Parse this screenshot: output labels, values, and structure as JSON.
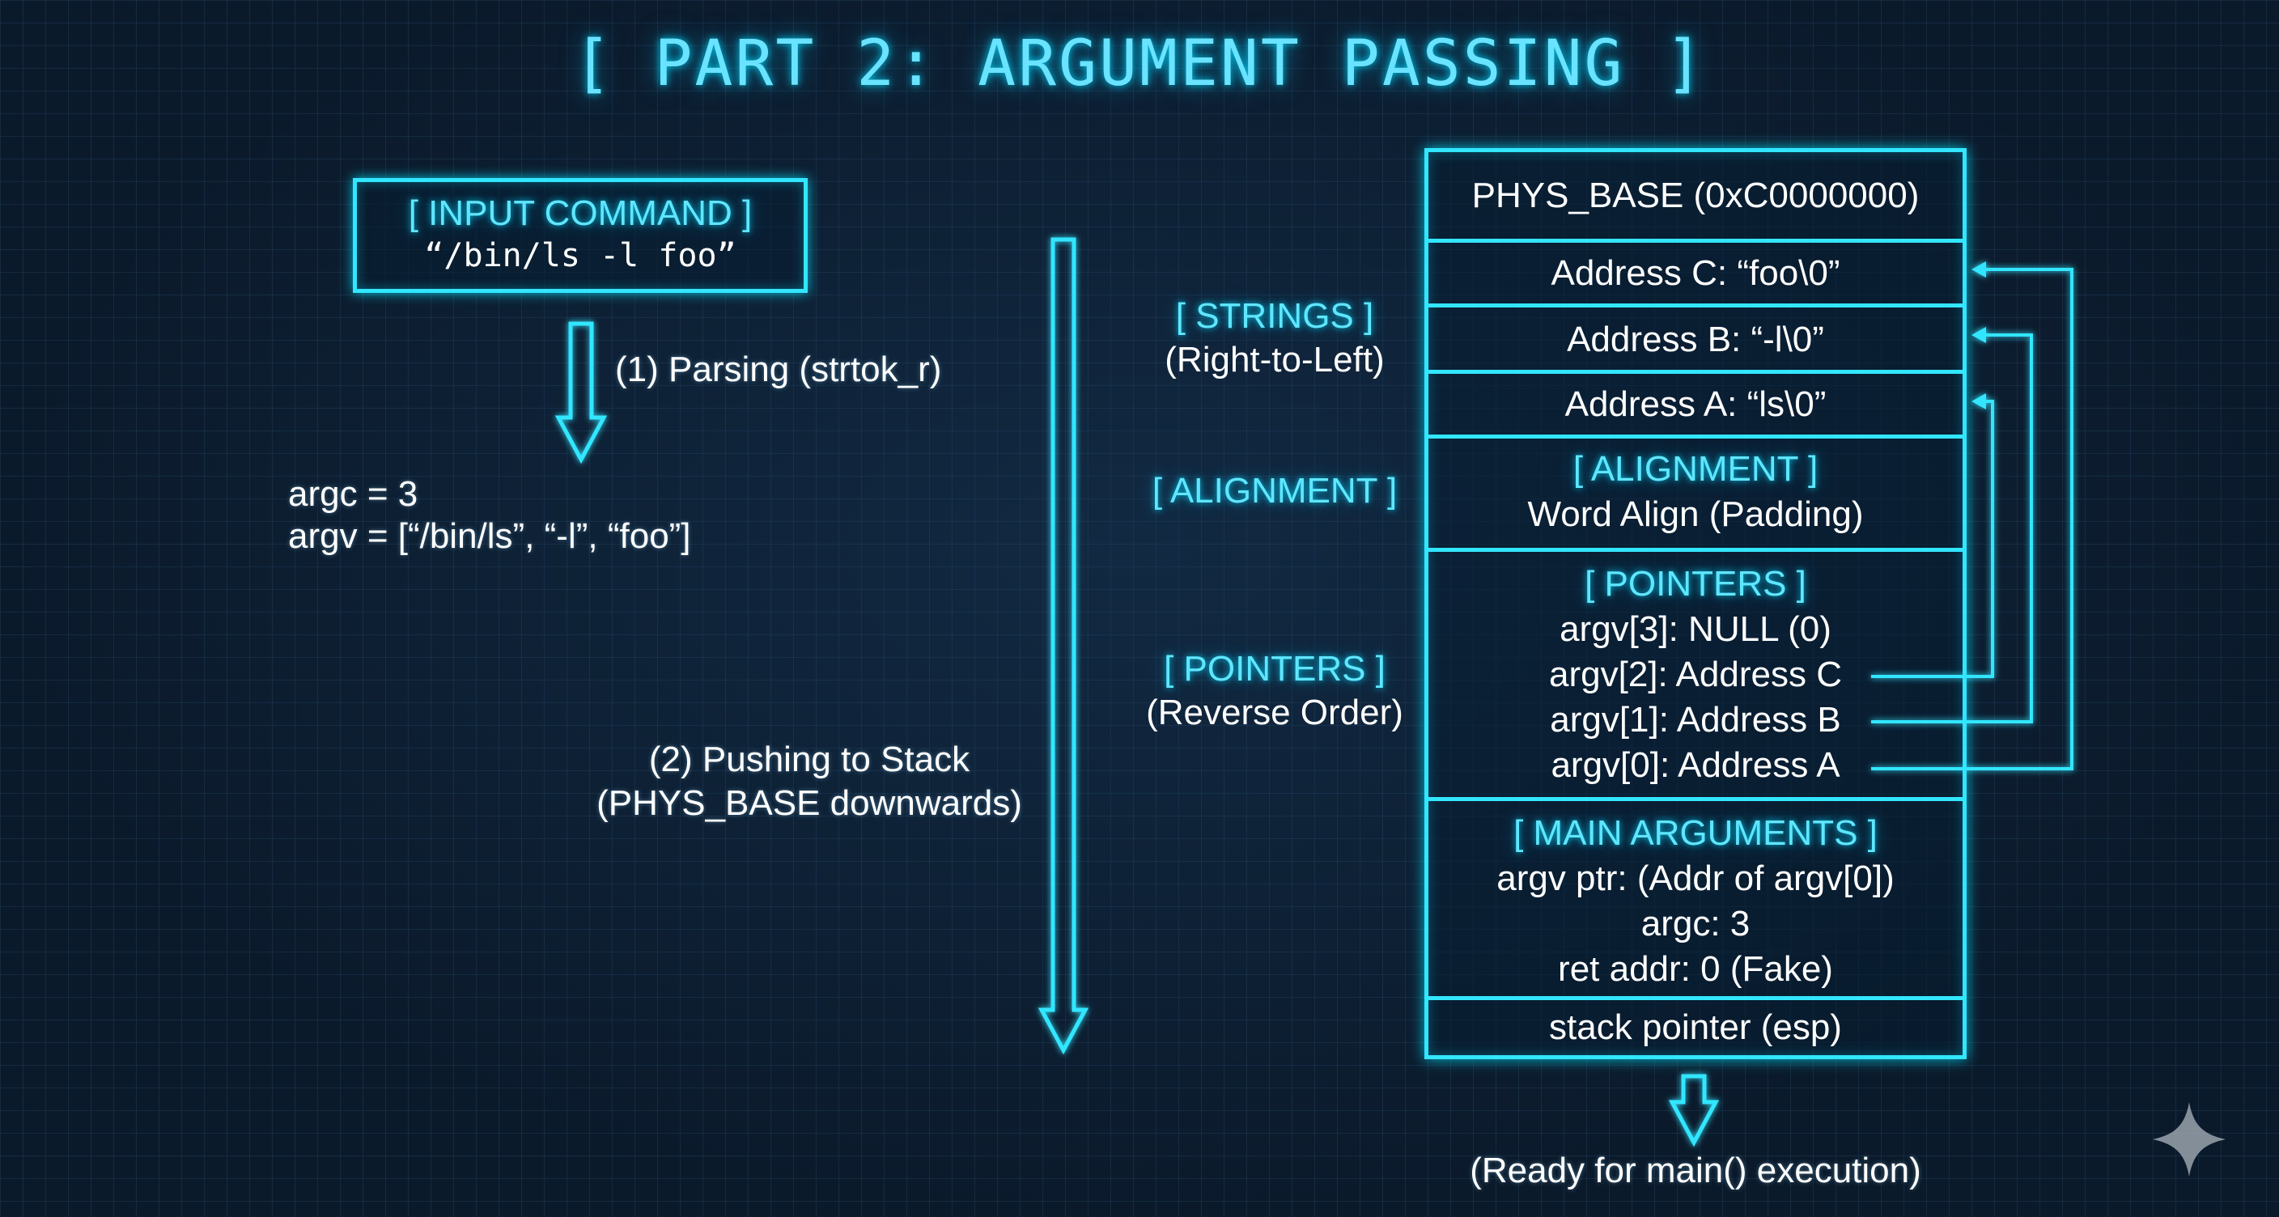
{
  "title": "[ PART 2: ARGUMENT PASSING ]",
  "input": {
    "header": "[ INPUT COMMAND ]",
    "command": "“/bin/ls -l foo”"
  },
  "step1": "(1) Parsing (strtok_r)",
  "parsed": {
    "argc": "argc = 3",
    "argv": "argv = [“/bin/ls”, “-l”, “foo”]"
  },
  "step2": {
    "line1": "(2) Pushing to Stack",
    "line2": "(PHYS_BASE downwards)"
  },
  "side_labels": {
    "strings": {
      "title": "[ STRINGS ]",
      "sub": "(Right-to-Left)"
    },
    "alignment": {
      "title": "[ ALIGNMENT ]"
    },
    "pointers": {
      "title": "[ POINTERS ]",
      "sub": "(Reverse Order)"
    }
  },
  "stack": {
    "phys_base": "PHYS_BASE (0xC0000000)",
    "addr_c": "Address C: “foo\\0”",
    "addr_b": "Address B: “-l\\0”",
    "addr_a": "Address A: “ls\\0”",
    "alignment": {
      "title": "[ ALIGNMENT ]",
      "line": "Word Align (Padding)"
    },
    "pointers": {
      "title": "[ POINTERS ]",
      "argv3": "argv[3]: NULL (0)",
      "argv2": "argv[2]: Address C",
      "argv1": "argv[1]: Address B",
      "argv0": "argv[0]: Address A"
    },
    "main_args": {
      "title": "[ MAIN ARGUMENTS ]",
      "argv_ptr": "argv ptr: (Addr of argv[0])",
      "argc": "argc: 3",
      "ret": "ret addr: 0 (Fake)"
    },
    "esp": "stack pointer (esp)"
  },
  "ready": "(Ready for main() execution)",
  "colors": {
    "accent": "#33e6ff",
    "label": "#5fe6ff",
    "background": "#0b1a2b"
  }
}
